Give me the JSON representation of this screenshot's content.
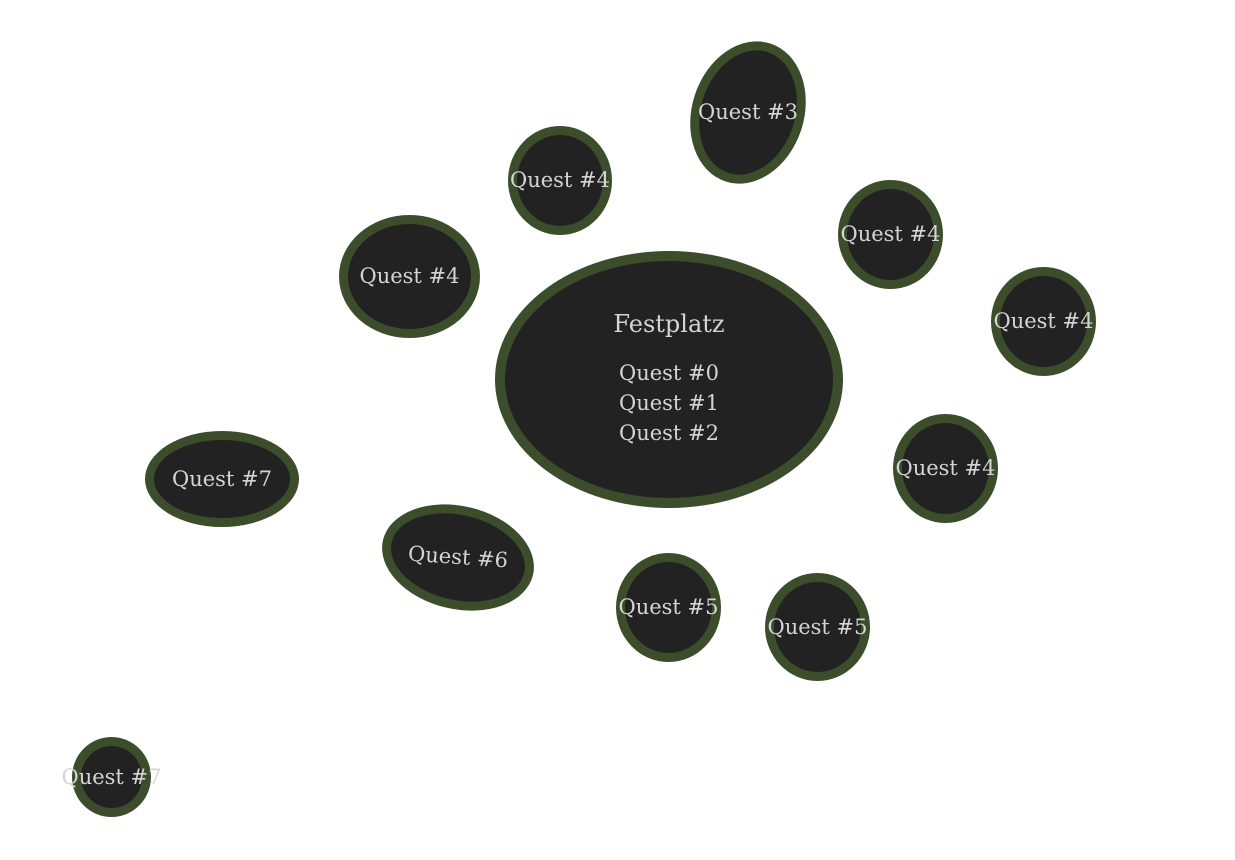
{
  "colors": {
    "node_fill": "#222222",
    "node_border": "#3b4d2a",
    "node_text": "#d4d4d4"
  },
  "hub": {
    "title": "Festplatz",
    "quests": [
      "Quest #0",
      "Quest #1",
      "Quest #2"
    ]
  },
  "nodes": [
    "Quest #3",
    "Quest #4",
    "Quest #4",
    "Quest #4",
    "Quest #4",
    "Quest #4",
    "Quest #5",
    "Quest #5",
    "Quest #6",
    "Quest #7",
    "Quest #7"
  ]
}
